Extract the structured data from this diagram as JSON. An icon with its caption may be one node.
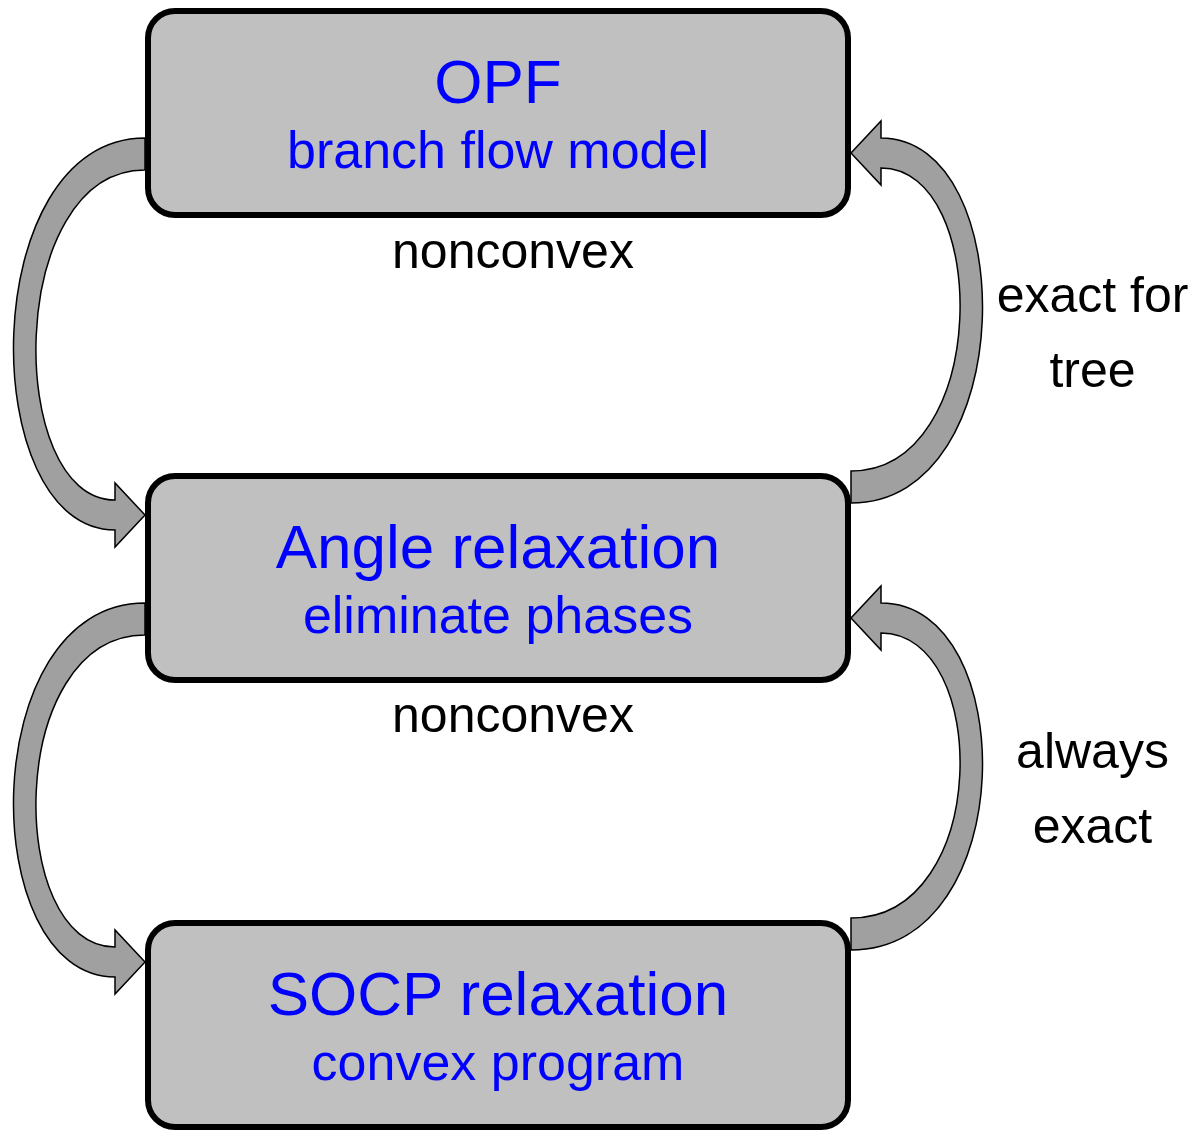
{
  "diagram": {
    "nodes": [
      {
        "text": [
          "OPF",
          "branch flow model"
        ],
        "beside": [
          "nonconvex"
        ]
      },
      {
        "text": [
          "Angle relaxation",
          "eliminate phases"
        ],
        "beside": [
          "nonconvex"
        ]
      },
      {
        "text": [
          "SOCP relaxation",
          "convex program"
        ]
      }
    ],
    "edges": [
      {
        "from": 0,
        "to": 1,
        "arrow": "to"
      },
      {
        "from": 1,
        "to": 2,
        "arrow": "to"
      },
      {
        "from": 1,
        "to": 0,
        "arrow": "to",
        "label": "exact for tree"
      },
      {
        "from": 2,
        "to": 1,
        "arrow": "to",
        "label": "always exact"
      }
    ]
  }
}
